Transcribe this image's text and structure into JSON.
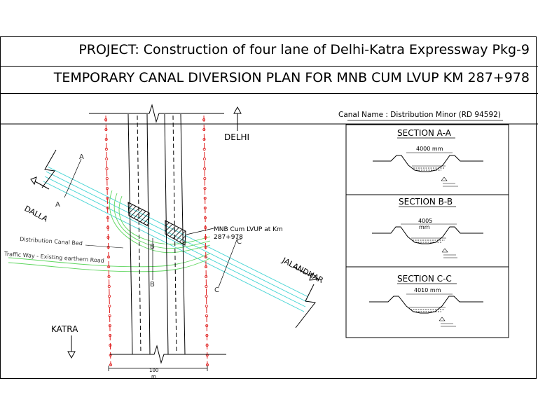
{
  "header": {
    "project": "PROJECT: Construction of four lane of Delhi-Katra Expressway Pkg-9",
    "plan_title": "TEMPORARY CANAL DIVERSION PLAN FOR MNB CUM LVUP KM 287+978"
  },
  "plan": {
    "delhi": "DELHI",
    "katra": "KATRA",
    "dalla": "DALLA",
    "jalandhar": "JALANDHAR",
    "bridge_label_1": "MNB Cum LVUP at Km",
    "bridge_label_2": "287+978",
    "canal_bed_label": "Distribution Canal Bed",
    "traffic_way_label": "Traffic Way - Existing earthern Road",
    "section_a": "A",
    "section_b": "B",
    "section_c": "C",
    "scale_value": "100",
    "scale_unit": "m"
  },
  "sections_panel": {
    "canal_name": "Canal Name : Distribution Minor (RD 94592)",
    "sections": [
      {
        "title": "SECTION A-A",
        "width": "4000 mm"
      },
      {
        "title": "SECTION B-B",
        "width": "4005",
        "unit": "mm"
      },
      {
        "title": "SECTION C-C",
        "width": "4010 mm"
      }
    ]
  },
  "colors": {
    "canal": "#3fd3d3",
    "diversion": "#5fd65f",
    "row_line": "#e02020"
  }
}
